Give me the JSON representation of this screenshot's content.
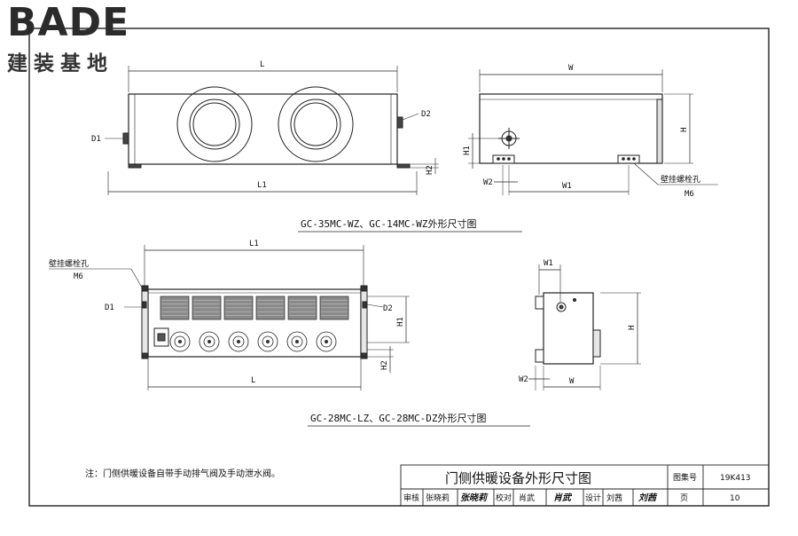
{
  "logo": {
    "word": "BADE",
    "chinese": "建装基地"
  },
  "top_view_1": {
    "dims": {
      "L": "L",
      "L1": "L1",
      "H2": "H2",
      "D1": "D1",
      "D2": "D2"
    },
    "caption": "GC-35MC-WZ、GC-14MC-WZ外形尺寸图"
  },
  "side_view_1": {
    "dims": {
      "W": "W",
      "H": "H",
      "H1": "H1",
      "W1": "W1",
      "W2": "W2"
    },
    "callout": "壁挂螺栓孔",
    "callout_sub": "M6"
  },
  "top_view_2": {
    "dims": {
      "L1": "L1",
      "L": "L",
      "H1": "H1",
      "H2": "H2",
      "D1": "D1",
      "D2": "D2"
    },
    "callout": "壁挂螺栓孔",
    "callout_sub": "M6",
    "caption": "GC-28MC-LZ、GC-28MC-DZ外形尺寸图"
  },
  "side_view_2": {
    "dims": {
      "W1": "W1",
      "H": "H",
      "W2": "W2",
      "W": "W"
    }
  },
  "note": "注：门侧供暖设备自带手动排气阀及手动泄水阀。",
  "title_block": {
    "title": "门侧供暖设备外形尺寸图",
    "atlas_label": "图集号",
    "atlas_no": "19K413",
    "page_label": "页",
    "page_no": "10",
    "review_label": "审核",
    "review_name": "张晓莉",
    "review_sig": "张晓莉",
    "check_label": "校对",
    "check_name": "肖武",
    "check_sig": "肖武",
    "design_label": "设计",
    "design_name": "刘茜",
    "design_sig": "刘茜"
  }
}
